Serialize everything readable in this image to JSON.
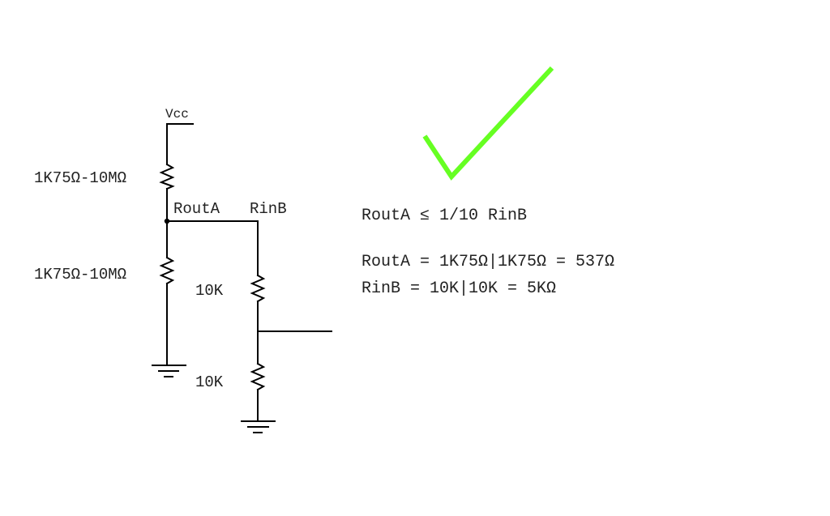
{
  "labels": {
    "vcc": "Vcc",
    "r_top": "1K75Ω-10MΩ",
    "r_bottom": "1K75Ω-10MΩ",
    "rout_a": "RoutA",
    "rin_b": "RinB",
    "r_10k_top": "10K",
    "r_10k_bottom": "10K"
  },
  "equations": {
    "condition": "RoutA ≤ 1/10 RinB",
    "rout_calc": "RoutA = 1K75Ω|1K75Ω = 537Ω",
    "rin_calc": "RinB = 10K|10K = 5KΩ"
  },
  "colors": {
    "wire": "#000000",
    "text": "#222222",
    "checkmark": "#66ff22"
  },
  "icons": {
    "checkmark": "checkmark-icon",
    "ground": "ground-icon",
    "resistor": "resistor-icon"
  }
}
